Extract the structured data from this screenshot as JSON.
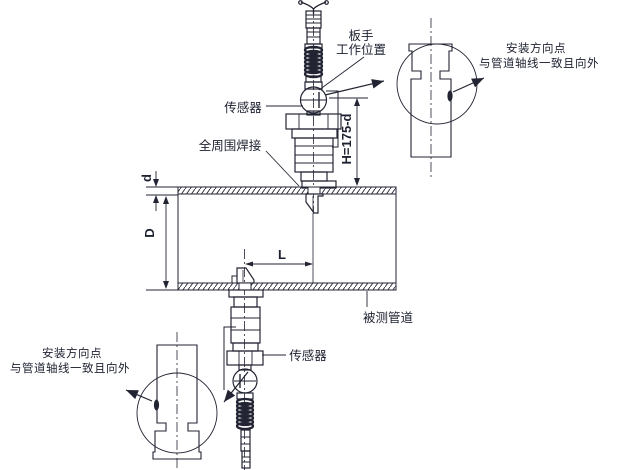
{
  "labels": {
    "wrench_position": [
      "板手",
      "工作位置"
    ],
    "sensor_top": "传感器",
    "weld_note": "全周围焊接",
    "pipe_label": "被测管道",
    "sensor_bottom": "传感器",
    "mount_note_top": [
      "安装方向点",
      "与管道轴线一致且向外"
    ],
    "mount_note_bottom": [
      "安装方向点",
      "与管道轴线一致且向外"
    ]
  },
  "dimensions": {
    "h": "H=175-d",
    "wall_thickness": "d",
    "diameter": "D",
    "length": "L"
  },
  "colors": {
    "line": "#232433",
    "text": "#1d2130",
    "background": "#ffffff"
  }
}
